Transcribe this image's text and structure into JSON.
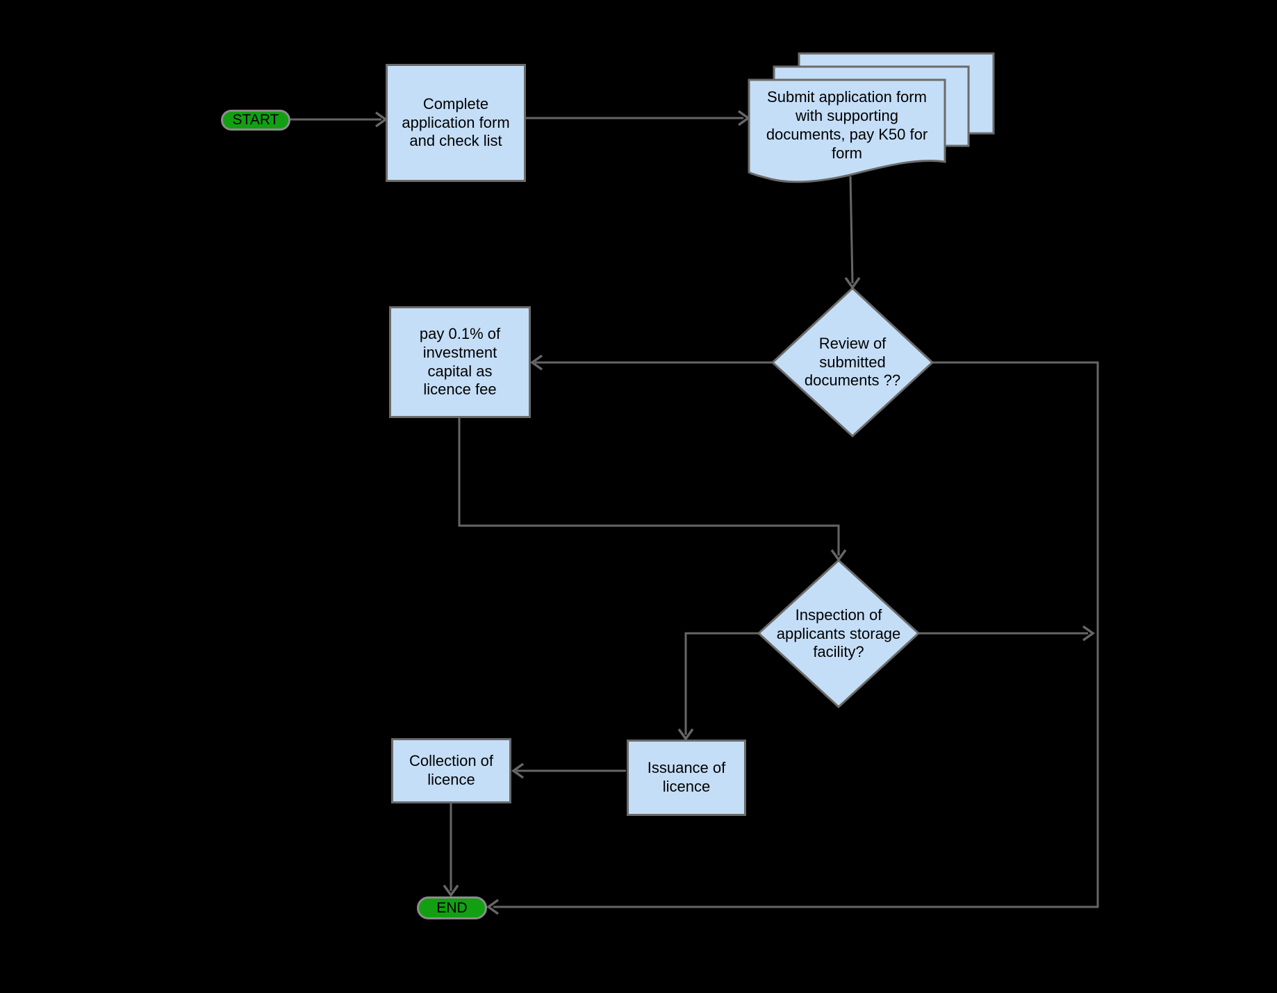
{
  "diagram": {
    "type": "flowchart",
    "background": "black"
  },
  "colors": {
    "background": "#000000",
    "node_fill": "#C5DEF7",
    "node_stroke": "#6B6B6B",
    "connector": "#666666",
    "terminal_fill": "#12A012",
    "terminal_stroke": "#8C8C8C",
    "text": "#000000"
  },
  "nodes": {
    "start": {
      "type": "terminal",
      "label": "START"
    },
    "complete_form": {
      "type": "process",
      "label": "Complete application form and check list"
    },
    "submit_form": {
      "type": "document",
      "label": "Submit application form with supporting documents, pay K50 for form"
    },
    "review": {
      "type": "decision",
      "label": "Review of submitted documents ??"
    },
    "pay_fee": {
      "type": "process",
      "label": "pay 0.1% of investment capital as licence fee"
    },
    "inspection": {
      "type": "decision",
      "label": "Inspection of applicants storage facility?"
    },
    "issuance": {
      "type": "process",
      "label": "Issuance of licence"
    },
    "collection": {
      "type": "process",
      "label": "Collection of licence"
    },
    "end": {
      "type": "terminal",
      "label": "END"
    }
  },
  "edges": [
    {
      "from": "start",
      "to": "complete_form"
    },
    {
      "from": "complete_form",
      "to": "submit_form"
    },
    {
      "from": "submit_form",
      "to": "review"
    },
    {
      "from": "review",
      "to": "pay_fee"
    },
    {
      "from": "pay_fee",
      "to": "inspection"
    },
    {
      "from": "inspection",
      "to": "issuance"
    },
    {
      "from": "issuance",
      "to": "collection"
    },
    {
      "from": "collection",
      "to": "end"
    },
    {
      "from": "review",
      "to": "end"
    },
    {
      "from": "inspection",
      "to": "end"
    }
  ]
}
